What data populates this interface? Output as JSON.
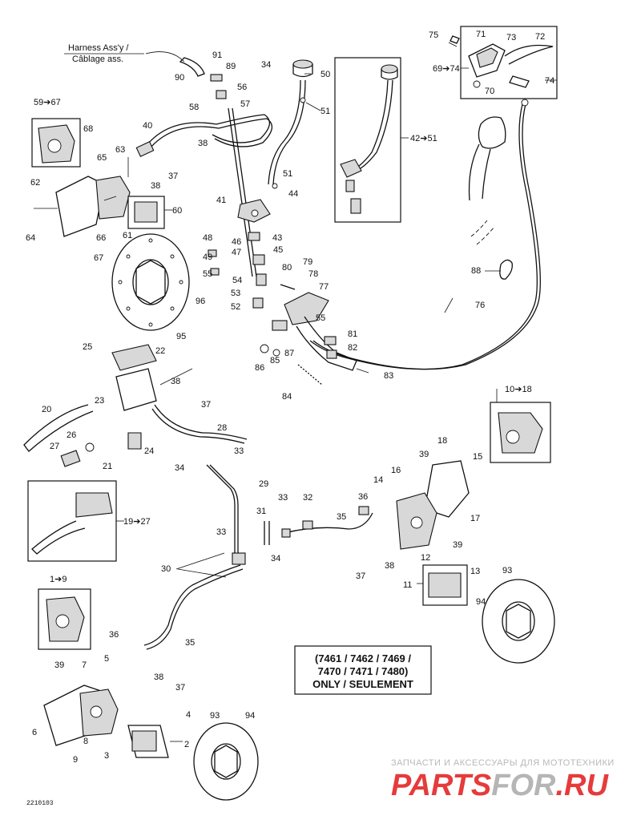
{
  "harness_label": {
    "line1": "Harness Ass'y /",
    "line2": "Câblage ass."
  },
  "models_note": {
    "line1": "(7461 / 7462 / 7469 /",
    "line2": "7470 / 7471 / 7480)",
    "line3": "ONLY / SEULEMENT"
  },
  "document_id": "2210103",
  "watermark": {
    "tagline": "ЗАПЧАСТИ И АКСЕССУАРЫ ДЛЯ МОТОТЕХНИКИ",
    "brand_red": "PARTS",
    "brand_gray": "FOR",
    "brand_suffix": ".RU",
    "color_red": "#e63b3b",
    "color_gray": "#b5b5b5"
  },
  "callouts": [
    {
      "id": "c75",
      "label": "75"
    },
    {
      "id": "c71",
      "label": "71"
    },
    {
      "id": "c73",
      "label": "73"
    },
    {
      "id": "c72",
      "label": "72"
    },
    {
      "id": "c6974",
      "label": "69➔74"
    },
    {
      "id": "c74",
      "label": "74"
    },
    {
      "id": "c70",
      "label": "70"
    },
    {
      "id": "c91",
      "label": "91"
    },
    {
      "id": "c90",
      "label": "90"
    },
    {
      "id": "c89",
      "label": "89"
    },
    {
      "id": "c34a",
      "label": "34"
    },
    {
      "id": "c50",
      "label": "50"
    },
    {
      "id": "c56",
      "label": "56"
    },
    {
      "id": "c58",
      "label": "58"
    },
    {
      "id": "c57",
      "label": "57"
    },
    {
      "id": "c51a",
      "label": "51"
    },
    {
      "id": "c5967",
      "label": "59➔67"
    },
    {
      "id": "c40",
      "label": "40"
    },
    {
      "id": "c68",
      "label": "68"
    },
    {
      "id": "c38a",
      "label": "38"
    },
    {
      "id": "c4251",
      "label": "42➔51"
    },
    {
      "id": "c63",
      "label": "63"
    },
    {
      "id": "c65",
      "label": "65"
    },
    {
      "id": "c37a",
      "label": "37"
    },
    {
      "id": "c62",
      "label": "62"
    },
    {
      "id": "c38b",
      "label": "38"
    },
    {
      "id": "c51b",
      "label": "51"
    },
    {
      "id": "c44",
      "label": "44"
    },
    {
      "id": "c41",
      "label": "41"
    },
    {
      "id": "c60",
      "label": "60"
    },
    {
      "id": "c64",
      "label": "64"
    },
    {
      "id": "c66",
      "label": "66"
    },
    {
      "id": "c61",
      "label": "61"
    },
    {
      "id": "c48",
      "label": "48"
    },
    {
      "id": "c43",
      "label": "43"
    },
    {
      "id": "c46",
      "label": "46"
    },
    {
      "id": "c45",
      "label": "45"
    },
    {
      "id": "c47",
      "label": "47"
    },
    {
      "id": "c67",
      "label": "67"
    },
    {
      "id": "c49",
      "label": "49"
    },
    {
      "id": "c88",
      "label": "88"
    },
    {
      "id": "c80",
      "label": "80"
    },
    {
      "id": "c79",
      "label": "79"
    },
    {
      "id": "c55a",
      "label": "55"
    },
    {
      "id": "c54",
      "label": "54"
    },
    {
      "id": "c78",
      "label": "78"
    },
    {
      "id": "c77",
      "label": "77"
    },
    {
      "id": "c96",
      "label": "96"
    },
    {
      "id": "c53",
      "label": "53"
    },
    {
      "id": "c52",
      "label": "52"
    },
    {
      "id": "c76",
      "label": "76"
    },
    {
      "id": "c55b",
      "label": "55"
    },
    {
      "id": "c95",
      "label": "95"
    },
    {
      "id": "c81",
      "label": "81"
    },
    {
      "id": "c82",
      "label": "82"
    },
    {
      "id": "c87",
      "label": "87"
    },
    {
      "id": "c25",
      "label": "25"
    },
    {
      "id": "c22",
      "label": "22"
    },
    {
      "id": "c85",
      "label": "85"
    },
    {
      "id": "c86",
      "label": "86"
    },
    {
      "id": "c83",
      "label": "83"
    },
    {
      "id": "c38c",
      "label": "38"
    },
    {
      "id": "c84",
      "label": "84"
    },
    {
      "id": "c1018",
      "label": "10➔18"
    },
    {
      "id": "c23",
      "label": "23"
    },
    {
      "id": "c37b",
      "label": "37"
    },
    {
      "id": "c20",
      "label": "20"
    },
    {
      "id": "c28",
      "label": "28"
    },
    {
      "id": "c26",
      "label": "26"
    },
    {
      "id": "c27",
      "label": "27"
    },
    {
      "id": "c24",
      "label": "24"
    },
    {
      "id": "c21",
      "label": "21"
    },
    {
      "id": "c18",
      "label": "18"
    },
    {
      "id": "c33a",
      "label": "33"
    },
    {
      "id": "c39a",
      "label": "39"
    },
    {
      "id": "c15",
      "label": "15"
    },
    {
      "id": "c34b",
      "label": "34"
    },
    {
      "id": "c16",
      "label": "16"
    },
    {
      "id": "c14",
      "label": "14"
    },
    {
      "id": "c29",
      "label": "29"
    },
    {
      "id": "c36a",
      "label": "36"
    },
    {
      "id": "c33b",
      "label": "33"
    },
    {
      "id": "c32",
      "label": "32"
    },
    {
      "id": "c31",
      "label": "31"
    },
    {
      "id": "c1927",
      "label": "19➔27"
    },
    {
      "id": "c35a",
      "label": "35"
    },
    {
      "id": "c17",
      "label": "17"
    },
    {
      "id": "c33c",
      "label": "33"
    },
    {
      "id": "c39b",
      "label": "39"
    },
    {
      "id": "c34c",
      "label": "34"
    },
    {
      "id": "c12",
      "label": "12"
    },
    {
      "id": "c38d",
      "label": "38"
    },
    {
      "id": "c37c",
      "label": "37"
    },
    {
      "id": "c30",
      "label": "30"
    },
    {
      "id": "c93a",
      "label": "93"
    },
    {
      "id": "c13",
      "label": "13"
    },
    {
      "id": "c11",
      "label": "11"
    },
    {
      "id": "c94a",
      "label": "94"
    },
    {
      "id": "c19",
      "label": "1➔9"
    },
    {
      "id": "c36b",
      "label": "36"
    },
    {
      "id": "c35b",
      "label": "35"
    },
    {
      "id": "c39c",
      "label": "39"
    },
    {
      "id": "c7",
      "label": "7"
    },
    {
      "id": "c5",
      "label": "5"
    },
    {
      "id": "c38e",
      "label": "38"
    },
    {
      "id": "c37d",
      "label": "37"
    },
    {
      "id": "c4",
      "label": "4"
    },
    {
      "id": "c93b",
      "label": "93"
    },
    {
      "id": "c94b",
      "label": "94"
    },
    {
      "id": "c6",
      "label": "6"
    },
    {
      "id": "c8",
      "label": "8"
    },
    {
      "id": "c9",
      "label": "9"
    },
    {
      "id": "c3",
      "label": "3"
    },
    {
      "id": "c2",
      "label": "2"
    }
  ]
}
